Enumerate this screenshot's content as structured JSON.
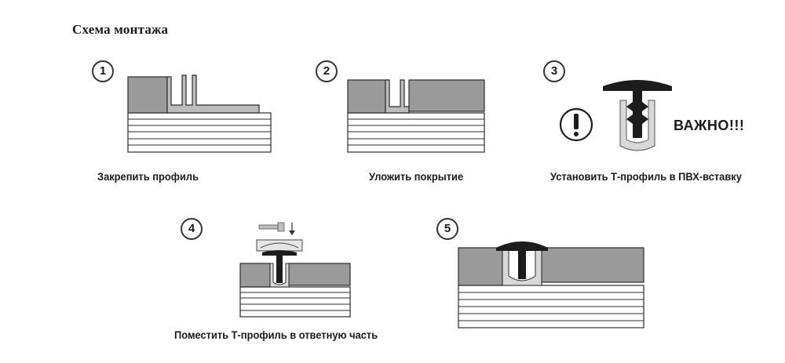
{
  "title": "Схема монтажа",
  "steps": [
    {
      "number": "1",
      "caption": "Закрепить профиль"
    },
    {
      "number": "2",
      "caption": "Уложить покрытие"
    },
    {
      "number": "3",
      "caption": "Установить Т-профиль в ПВХ-вставку"
    },
    {
      "number": "4",
      "caption": "Поместить Т-профиль в ответную часть"
    },
    {
      "number": "5",
      "caption": ""
    }
  ],
  "important_label": "ВАЖНО!!!",
  "warning_glyph": "!",
  "colors": {
    "board": "#9a9a9a",
    "base": "#ffffff",
    "line": "#2b2b2b",
    "cap": "#1c1c1c",
    "insert": "#d8d8d8"
  }
}
